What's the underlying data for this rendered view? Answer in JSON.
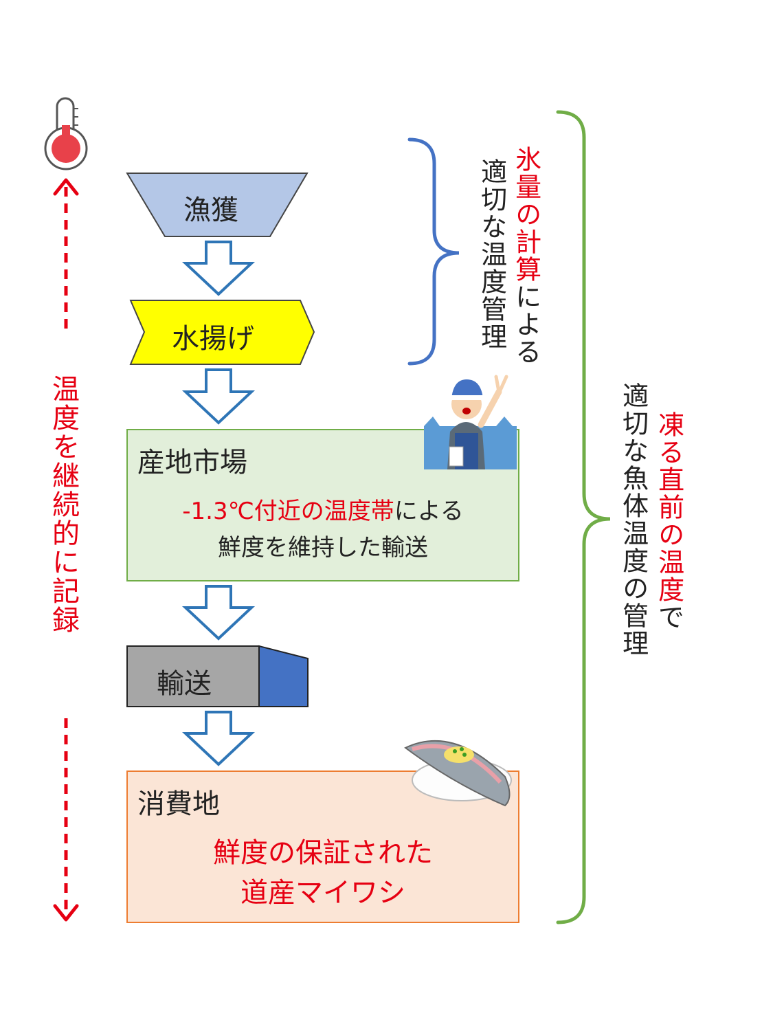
{
  "left_label": "温度を継続的に記録",
  "steps": {
    "fishing": "漁獲",
    "landing": "水揚げ",
    "market": {
      "title": "産地市場",
      "line1_red": "-1.3℃付近の温度帯",
      "line1_black": "による",
      "line2": "鮮度を維持した輸送"
    },
    "transport": "輸送",
    "consumer": {
      "title": "消費地",
      "line1": "鮮度の保証された",
      "line2": "道産マイワシ"
    }
  },
  "blue_bracket": {
    "col1_red": "氷量の計算",
    "col1_black": "による",
    "col2": "適切な温度管理"
  },
  "green_bracket": {
    "col1_red1": "凍る直前の",
    "col1_red2": "温度",
    "col1_black": "で",
    "col2": "適切な魚体温度の管理"
  },
  "colors": {
    "red": "#e60012",
    "blue_bracket": "#4472c4",
    "green_bracket": "#70ad47",
    "fishing_fill": "#b4c7e7",
    "landing_fill": "#ffff00",
    "market_fill": "#e2efda",
    "transport_fill": "#a6a6a6",
    "transport_cab": "#4472c4",
    "consumer_fill": "#fbe5d6"
  },
  "icons": [
    "thermometer-icon",
    "fisherman-icon",
    "sushi-icon"
  ]
}
